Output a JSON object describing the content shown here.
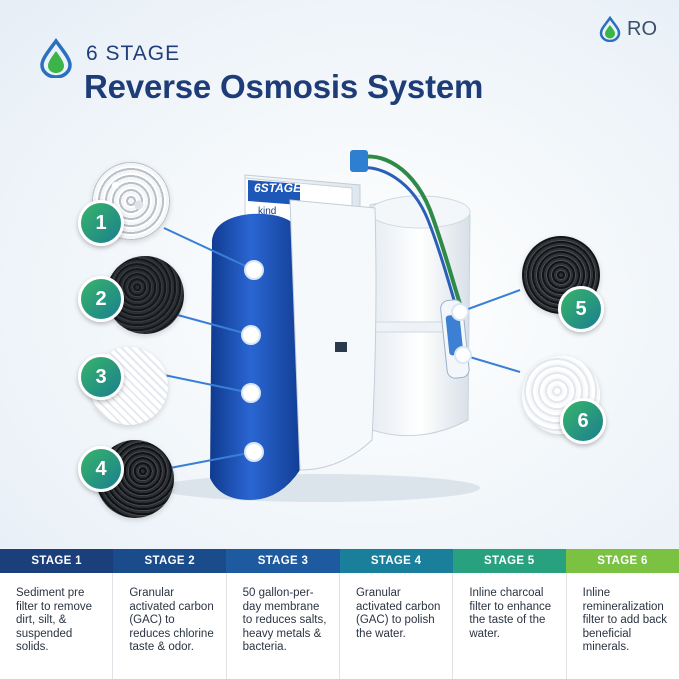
{
  "header": {
    "kicker": "6 STAGE",
    "title": "Reverse Osmosis System",
    "brand": "RO",
    "logo_icon": "water-drop-logo-icon"
  },
  "product_labels": {
    "unit_badge": "6STAGE",
    "unit_brand": "kind"
  },
  "badges": [
    "1",
    "2",
    "3",
    "4",
    "5",
    "6"
  ],
  "stages": [
    {
      "label": "STAGE 1",
      "text": "Sediment pre filter to remove dirt, silt, & suspended solids.",
      "color": "#1b3f7a"
    },
    {
      "label": "STAGE 2",
      "text": "Granular activated carbon (GAC) to reduces chlorine taste & odor.",
      "color": "#1a4b8a"
    },
    {
      "label": "STAGE 3",
      "text": "50 gallon-per-day membrane to reduces salts, heavy metals & bacteria.",
      "color": "#1e5aa0"
    },
    {
      "label": "STAGE 4",
      "text": "Granular activated carbon (GAC) to polish the water.",
      "color": "#1a7f9a"
    },
    {
      "label": "STAGE 5",
      "text": "Inline charcoal filter to enhance the taste of the water.",
      "color": "#28a27e"
    },
    {
      "label": "STAGE 6",
      "text": "Inline remineralization filter to add back beneficial minerals.",
      "color": "#7cc242"
    }
  ],
  "colors": {
    "title": "#1e3d78",
    "badge_gradient_start": "#38b46a",
    "badge_gradient_end": "#1a7f8f",
    "filter_blue": "#1d4fb0"
  }
}
